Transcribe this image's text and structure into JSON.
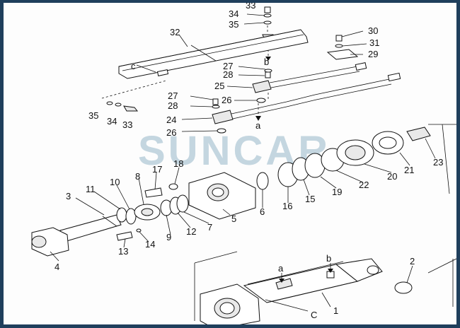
{
  "watermark": "SUNCAR",
  "colors": {
    "frame": "#1f3f5c",
    "line": "#111111",
    "watermark": "#5a8caa"
  },
  "labels": {
    "n1": "1",
    "n2": "2",
    "n3": "3",
    "n4": "4",
    "n5": "5",
    "n6": "6",
    "n7": "7",
    "n8": "8",
    "n9": "9",
    "n10": "10",
    "n11": "11",
    "n12": "12",
    "n13": "13",
    "n14": "14",
    "n15": "15",
    "n16": "16",
    "n17": "17",
    "n18": "18",
    "n19": "19",
    "n20": "20",
    "n21": "21",
    "n22": "22",
    "n23": "23",
    "n24": "24",
    "n25": "25",
    "n26a": "26",
    "n26b": "26",
    "n27a": "27",
    "n27b": "27",
    "n28a": "28",
    "n28b": "28",
    "n29": "29",
    "n30": "30",
    "n31": "31",
    "n32": "32",
    "n33": "33",
    "n34a": "34",
    "n34b": "34",
    "n35a": "35",
    "n35b": "35",
    "n33top": "33",
    "ref_a_pipe": "a",
    "ref_b_pipe": "b",
    "ref_c_plate": "c",
    "ref_a_body": "a",
    "ref_b_body": "b",
    "ref_c_body": "C"
  }
}
